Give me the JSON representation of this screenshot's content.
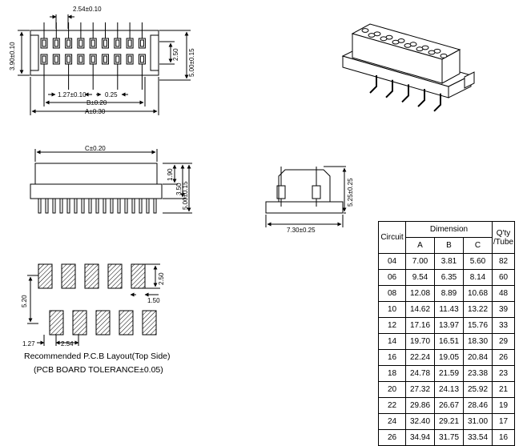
{
  "drawing": {
    "top_view": {
      "dims": {
        "pitch": "2.54±0.10",
        "height_left": "3.90±0.10",
        "row_pitch": "2.50",
        "height_right": "5.00±0.15",
        "half_pitch": "1.27±0.10",
        "pin_width": "0.25",
        "dim_b": "B±0.20",
        "dim_a": "A±0.30"
      }
    },
    "side_view": {
      "dims": {
        "dim_c": "C±0.20",
        "h1": "1.90",
        "h2": "3.50",
        "h3": "5.00±0.15"
      }
    },
    "end_view": {
      "dims": {
        "width": "7.30±0.25",
        "height": "5.25±0.25"
      }
    },
    "pcb_layout": {
      "dims": {
        "pad_len": "2.50",
        "pad_w": "1.50",
        "row_dist": "5.20",
        "offset": "1.27",
        "pitch": "2.54"
      },
      "caption": "Recommended P.C.B Layout(Top Side)",
      "tolerance": "(PCB BOARD TOLERANCE±0.05)"
    }
  },
  "table": {
    "headers": {
      "circuit": "Circuit",
      "dimension": "Dimension",
      "qty_line1": "Q'ty",
      "qty_line2": "/Tube",
      "a": "A",
      "b": "B",
      "c": "C"
    },
    "rows": [
      {
        "circuit": "04",
        "a": "7.00",
        "b": "3.81",
        "c": "5.60",
        "qty": "82"
      },
      {
        "circuit": "06",
        "a": "9.54",
        "b": "6.35",
        "c": "8.14",
        "qty": "60"
      },
      {
        "circuit": "08",
        "a": "12.08",
        "b": "8.89",
        "c": "10.68",
        "qty": "48"
      },
      {
        "circuit": "10",
        "a": "14.62",
        "b": "11.43",
        "c": "13.22",
        "qty": "39"
      },
      {
        "circuit": "12",
        "a": "17.16",
        "b": "13.97",
        "c": "15.76",
        "qty": "33"
      },
      {
        "circuit": "14",
        "a": "19.70",
        "b": "16.51",
        "c": "18.30",
        "qty": "29"
      },
      {
        "circuit": "16",
        "a": "22.24",
        "b": "19.05",
        "c": "20.84",
        "qty": "26"
      },
      {
        "circuit": "18",
        "a": "24.78",
        "b": "21.59",
        "c": "23.38",
        "qty": "23"
      },
      {
        "circuit": "20",
        "a": "27.32",
        "b": "24.13",
        "c": "25.92",
        "qty": "21"
      },
      {
        "circuit": "22",
        "a": "29.86",
        "b": "26.67",
        "c": "28.46",
        "qty": "19"
      },
      {
        "circuit": "24",
        "a": "32.40",
        "b": "29.21",
        "c": "31.00",
        "qty": "17"
      },
      {
        "circuit": "26",
        "a": "34.94",
        "b": "31.75",
        "c": "33.54",
        "qty": "16"
      }
    ]
  }
}
